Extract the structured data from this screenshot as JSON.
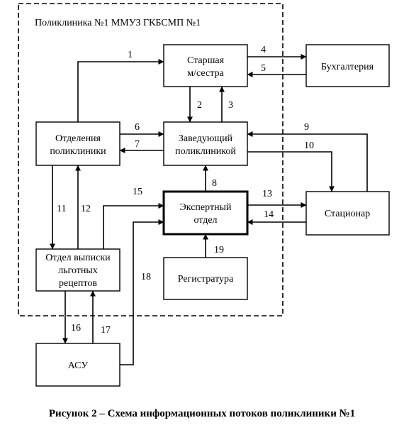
{
  "frame_label": "Поликлиника №1 ММУЗ ГКБСМП №1",
  "boxes": {
    "starshaya": [
      "Старшая",
      "м/сестра"
    ],
    "buhgalteriya": [
      "Бухгалтерия"
    ],
    "otdeleniya": [
      "Отделения",
      "поликлиники"
    ],
    "zaveduyushchiy": [
      "Заведующий",
      "поликлиникой"
    ],
    "ekspertny": [
      "Экспертный",
      "отдел"
    ],
    "statsionar": [
      "Стационар"
    ],
    "otdel_vypiski": [
      "Отдел выписки",
      "льготных",
      "рецептов"
    ],
    "registratura": [
      "Регистратура"
    ],
    "asu": [
      "АСУ"
    ]
  },
  "flows": [
    "1",
    "2",
    "3",
    "4",
    "5",
    "6",
    "7",
    "8",
    "9",
    "10",
    "11",
    "12",
    "13",
    "14",
    "15",
    "16",
    "17",
    "18",
    "19"
  ],
  "caption": "Рисунок 2 – Схема информационных потоков поликлиники №1"
}
